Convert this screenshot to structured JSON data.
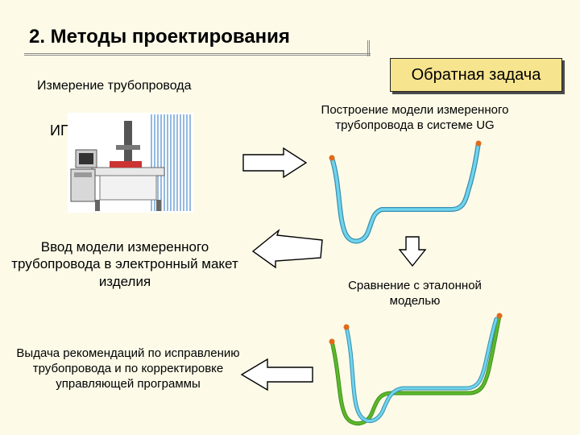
{
  "slide": {
    "title": "2. Методы проектирования",
    "left_heading": "Измерение трубопровода",
    "right_heading": "Обратная задача",
    "device_label": "ИПК-1",
    "build_model_text": "Построение модели измеренного трубопровода в системе UG",
    "input_model_text": "Ввод модели измеренного трубопровода в электронный макет изделия",
    "compare_text": "Сравнение с эталонной моделью",
    "recommend_text": "Выдача рекомендаций по исправлению трубопровода и по корректировке управляющей программы"
  },
  "colors": {
    "background": "#fdfbe8",
    "box_fill": "#f7e48e",
    "pipe_measured": "#6fd4ec",
    "pipe_reference": "#5cb82a",
    "endpoint": "#e06a1a"
  },
  "icons": [
    "arrow-right-icon",
    "arrow-left-icon",
    "arrow-down-icon",
    "arrow-left-icon"
  ]
}
